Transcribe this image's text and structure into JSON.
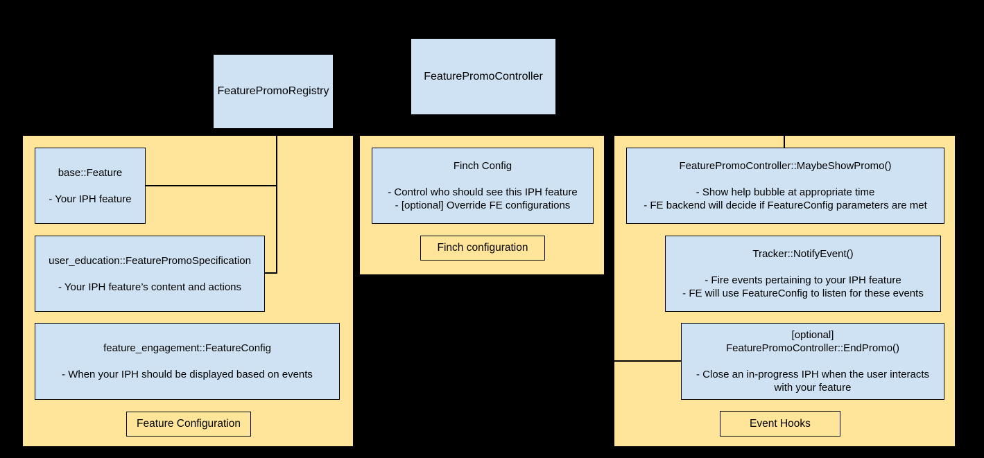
{
  "colors": {
    "background": "#000000",
    "panel_fill": "#FFE599",
    "box_fill": "#CFE2F3",
    "border": "#000000",
    "text": "#000000"
  },
  "top_boxes": {
    "registry": {
      "label": "FeaturePromoRegistry"
    },
    "controller": {
      "label": "FeaturePromoController"
    }
  },
  "panels": [
    {
      "caption": "Feature Configuration",
      "boxes": [
        {
          "title": "base::Feature",
          "bullets": [
            "- Your IPH feature"
          ]
        },
        {
          "title": "user_education::FeaturePromoSpecification",
          "bullets": [
            "- Your IPH feature’s content and actions"
          ]
        },
        {
          "title": "feature_engagement::FeatureConfig",
          "bullets": [
            "- When your IPH should be displayed based on events"
          ]
        }
      ]
    },
    {
      "caption": "Finch configuration",
      "boxes": [
        {
          "title": "Finch Config",
          "bullets": [
            "- Control who should see this IPH feature",
            "- [optional] Override FE configurations"
          ]
        }
      ]
    },
    {
      "caption": "Event Hooks",
      "boxes": [
        {
          "title": "FeaturePromoController::MaybeShowPromo()",
          "bullets": [
            "- Show help bubble at appropriate time",
            "- FE backend will decide if FeatureConfig parameters are met"
          ]
        },
        {
          "title": "Tracker::NotifyEvent()",
          "bullets": [
            "- Fire events pertaining to your IPH feature",
            "- FE will use FeatureConfig to listen for these events"
          ]
        },
        {
          "title_lines": [
            "[optional]",
            "FeaturePromoController::EndPromo()"
          ],
          "bullets": [
            "- Close an in-progress IPH when the user interacts with your feature"
          ]
        }
      ]
    }
  ]
}
